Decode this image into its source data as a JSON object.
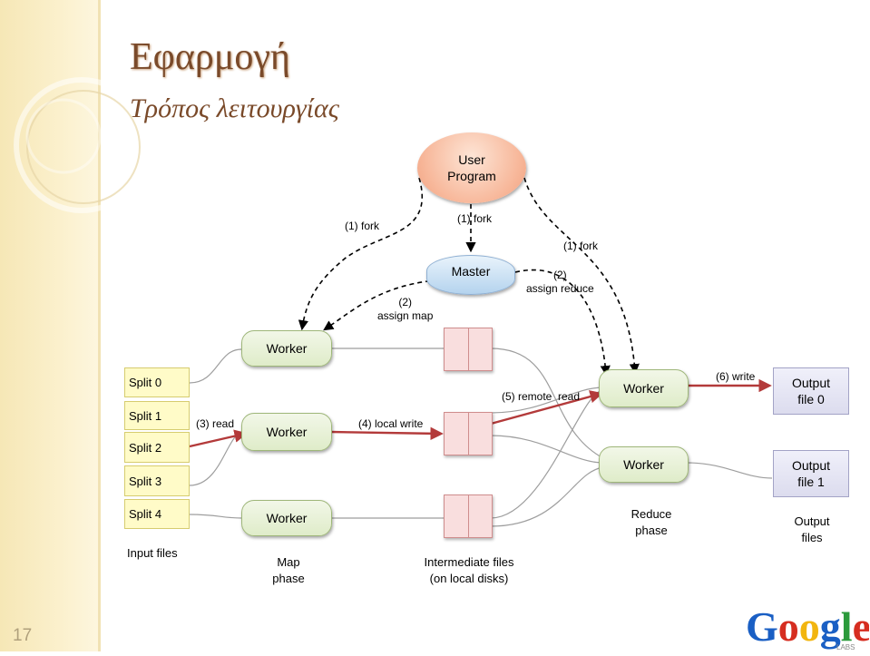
{
  "slide": {
    "title": "Εφαρμογή",
    "subtitle": "Τρόπος λειτουργίας",
    "slide_number": "17"
  },
  "nodes": {
    "user_program": "User\nProgram",
    "master": "Master",
    "map_workers": [
      "Worker",
      "Worker",
      "Worker"
    ],
    "reduce_workers": [
      "Worker",
      "Worker"
    ],
    "outputs": [
      "Output\nfile 0",
      "Output\nfile 1"
    ]
  },
  "splits": [
    "Split 0",
    "Split 1",
    "Split 2",
    "Split 3",
    "Split 4"
  ],
  "edge_labels": {
    "fork_left": "(1) fork",
    "fork_center": "(1) fork",
    "fork_right": "(1) fork",
    "assign_map": "(2)\nassign map",
    "assign_reduce": "(2)\nassign reduce",
    "read": "(3) read",
    "local_write": "(4) local write",
    "remote_read": "(5) remote  read",
    "write": "(6) write"
  },
  "captions": {
    "input_files": "Input files",
    "map_phase": "Map\nphase",
    "intermediate_files": "Intermediate files\n(on local disks)",
    "reduce_phase": "Reduce\nphase",
    "output_files": "Output\nfiles"
  },
  "logo": {
    "text": "Google",
    "sub": "LABS",
    "colors": [
      "#1a5fc4",
      "#d62d20",
      "#f2b50f",
      "#1a5fc4",
      "#2b9a3b",
      "#d62d20"
    ]
  }
}
